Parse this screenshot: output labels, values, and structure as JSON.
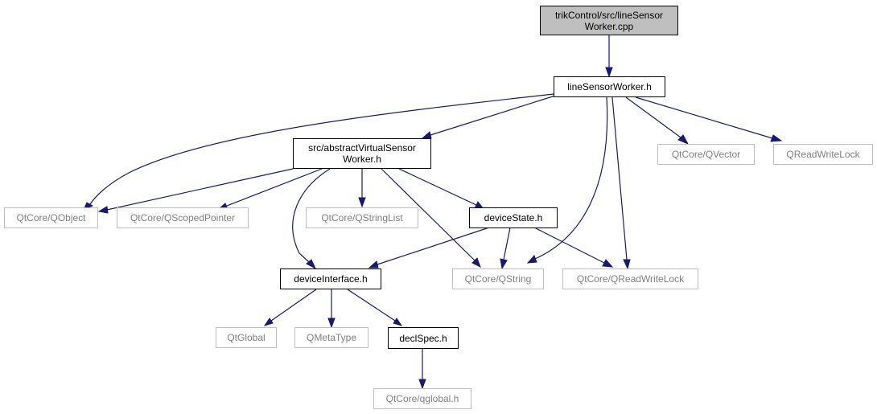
{
  "diagram": {
    "nodes": {
      "root": "trikControl/src/lineSensor\nWorker.cpp",
      "lineSensorWorker_h": "lineSensorWorker.h",
      "abstractVirtualSensorWorker_h": "src/abstractVirtualSensor\nWorker.h",
      "qvector": "QtCore/QVector",
      "qreadwritelock_plain": "QReadWriteLock",
      "qobject": "QtCore/QObject",
      "qscopedpointer": "QtCore/QScopedPointer",
      "qstringlist": "QtCore/QStringList",
      "deviceState_h": "deviceState.h",
      "deviceInterface_h": "deviceInterface.h",
      "qstring": "QtCore/QString",
      "qreadwritelock_core": "QtCore/QReadWriteLock",
      "qtglobal": "QtGlobal",
      "qmetatype": "QMetaType",
      "declSpec_h": "declSpec.h",
      "qglobal_h": "QtCore/qglobal.h"
    },
    "colors": {
      "edge": "#191970",
      "root_fill": "#bfbfbf",
      "external_border": "#bfbfbf",
      "external_text": "#7f7f7f"
    }
  }
}
